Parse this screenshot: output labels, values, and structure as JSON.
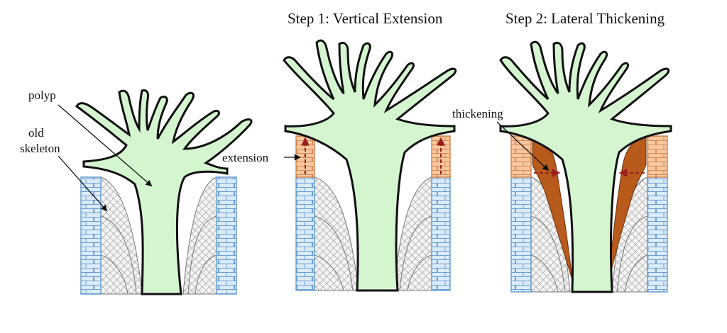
{
  "panels": {
    "left": {
      "labels": {
        "polyp": "polyp",
        "old_skeleton_line1": "old",
        "old_skeleton_line2": "skeleton"
      }
    },
    "middle": {
      "title": "Step 1: Vertical Extension",
      "labels": {
        "extension": "extension"
      }
    },
    "right": {
      "title": "Step 2: Lateral Thickening",
      "labels": {
        "thickening": "thickening"
      }
    }
  },
  "colors": {
    "polyp_fill": "#d4f5d0",
    "outline": "#111111",
    "old_wall_fill": "#dcebf8",
    "old_wall_stroke": "#6a9fd2",
    "hatch_stroke": "#8a8a8a",
    "new_wall_fill": "#f6c7a0",
    "new_wall_stroke": "#d48a55",
    "thickening_fill": "#b85a1c",
    "arrow_red": "#9b1c1c",
    "arrow_black": "#111111"
  }
}
